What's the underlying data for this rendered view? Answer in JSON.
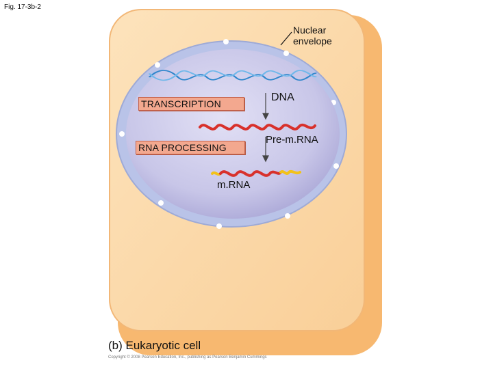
{
  "figure": {
    "fig_label": "Fig. 17-3b-2",
    "labels": {
      "nuclear_envelope_line1": "Nuclear",
      "nuclear_envelope_line2": "envelope",
      "dna": "DNA",
      "pre_mrna": "Pre-m.RNA",
      "mrna": "m.RNA"
    },
    "steps": {
      "transcription": "TRANSCRIPTION",
      "rna_processing": "RNA PROCESSING"
    },
    "caption": "(b) Eukaryotic cell",
    "copyright": "Copyright © 2008 Pearson Education, Inc., publishing as Pearson Benjamin Cummings"
  },
  "colors": {
    "cell_fill": "#fbd7a6",
    "cell_edge": "#f0b070",
    "nucleus_fill": "#c8c6e8",
    "envelope": "#aebbe2",
    "dna_strand": "#3a8fd0",
    "rna": "#d8312c",
    "cap_tail": "#f2c21a",
    "step_box": "#f3a88f"
  },
  "icons": [
    "pointer-line",
    "down-arrow"
  ]
}
